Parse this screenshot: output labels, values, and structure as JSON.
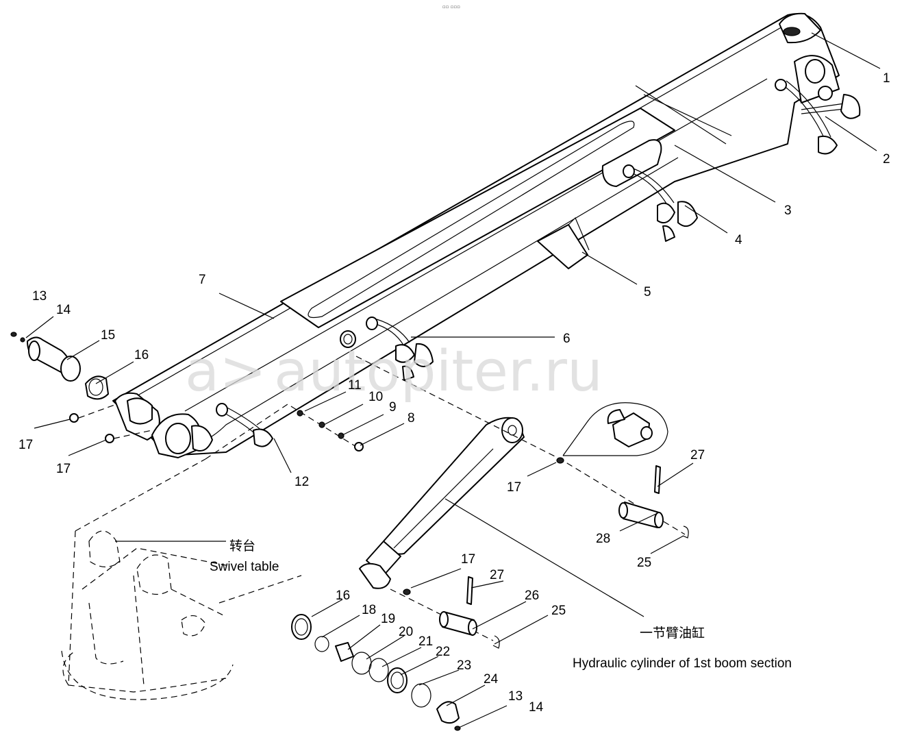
{
  "header": {
    "mark": "▫▫ ▫▫▫"
  },
  "watermark": {
    "text": "autopiter.ru",
    "logo": "a>"
  },
  "labels": {
    "p1": "1",
    "p2": "2",
    "p3": "3",
    "p4": "4",
    "p5": "5",
    "p6": "6",
    "p7": "7",
    "p8": "8",
    "p9": "9",
    "p10": "10",
    "p11": "11",
    "p12": "12",
    "p13a": "13",
    "p14a": "14",
    "p15": "15",
    "p16a": "16",
    "p17a": "17",
    "p17b": "17",
    "p17c": "17",
    "p17d": "17",
    "p27a": "27",
    "p28": "28",
    "p25a": "25",
    "p16b": "16",
    "p18": "18",
    "p19": "19",
    "p20": "20",
    "p21": "21",
    "p22": "22",
    "p23": "23",
    "p24": "24",
    "p13b": "13",
    "p14b": "14",
    "p27b": "27",
    "p26": "26",
    "p25b": "25"
  },
  "captions": {
    "swivel_cn": "转台",
    "swivel_en": "Swivel table",
    "cylinder_cn": "一节臂油缸",
    "cylinder_en": "Hydraulic cylinder of 1st boom section"
  }
}
